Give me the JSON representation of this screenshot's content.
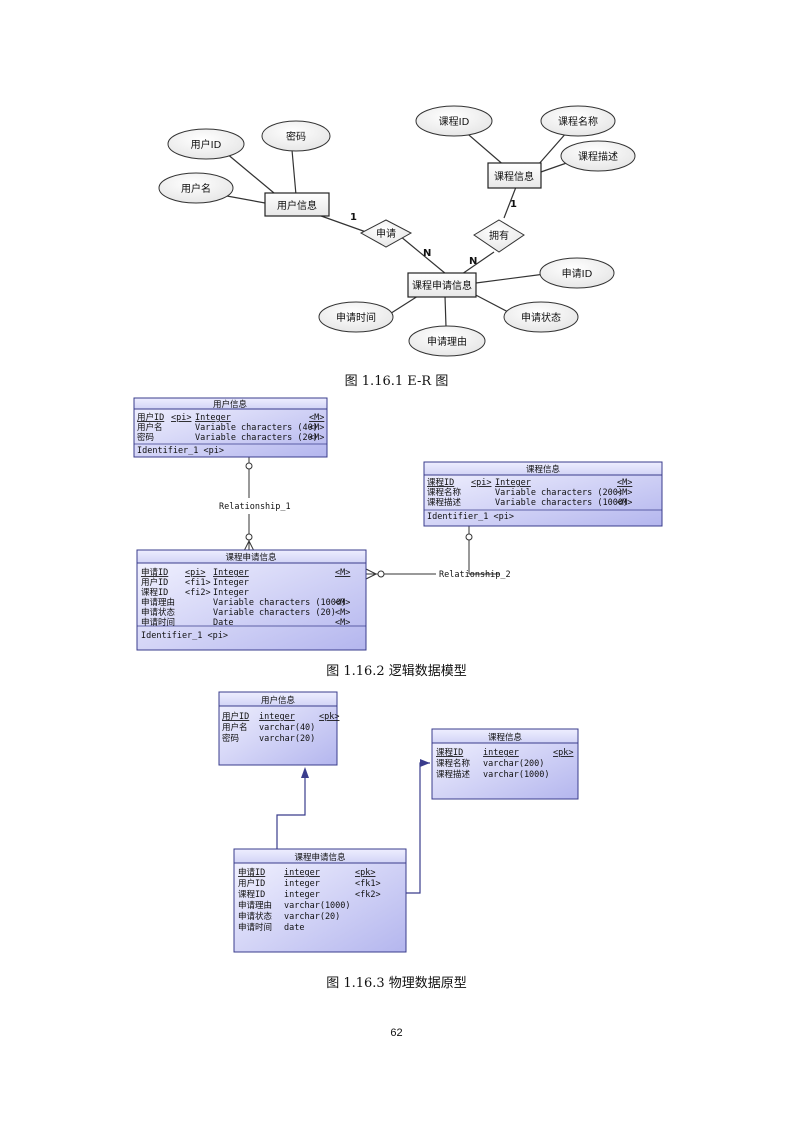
{
  "figure1": {
    "caption": "图 1.16.1  E-R 图",
    "entities": {
      "user": "用户信息",
      "course": "课程信息",
      "application": "课程申请信息"
    },
    "relations": {
      "apply": "申请",
      "have": "拥有"
    },
    "attributes": {
      "user_id": "用户ID",
      "password": "密码",
      "username": "用户名",
      "course_id": "课程ID",
      "course_name": "课程名称",
      "course_desc": "课程描述",
      "apply_id": "申请ID",
      "apply_time": "申请时间",
      "apply_reason": "申请理由",
      "apply_status": "申请状态"
    },
    "cardinality": {
      "user_apply": "1",
      "apply_app": "N",
      "have_course": "1",
      "have_app": "N"
    }
  },
  "figure2": {
    "caption": "图 1.16.2  逻辑数据模型",
    "user_table": {
      "title": "用户信息",
      "rows": [
        [
          "用户ID",
          "<pi>",
          "Integer",
          "<M>"
        ],
        [
          "用户名",
          "",
          "Variable characters (40)",
          "<M>"
        ],
        [
          "密码",
          "",
          "Variable characters (20)",
          "<M>"
        ]
      ],
      "identifier": "Identifier_1  <pi>"
    },
    "course_table": {
      "title": "课程信息",
      "rows": [
        [
          "课程ID",
          "<pi>",
          "Integer",
          "<M>"
        ],
        [
          "课程名称",
          "",
          "Variable characters (200)",
          "<M>"
        ],
        [
          "课程描述",
          "",
          "Variable characters (1000)",
          "<M>"
        ]
      ],
      "identifier": "Identifier_1  <pi>"
    },
    "application_table": {
      "title": "课程申请信息",
      "rows": [
        [
          "申请ID",
          "<pi>",
          "Integer",
          "<M>"
        ],
        [
          "用户ID",
          "<fi1>",
          "Integer",
          ""
        ],
        [
          "课程ID",
          "<fi2>",
          "Integer",
          ""
        ],
        [
          "申请理由",
          "",
          "Variable characters (1000)",
          "<M>"
        ],
        [
          "申请状态",
          "",
          "Variable characters (20)",
          "<M>"
        ],
        [
          "申请时间",
          "",
          "Date",
          "<M>"
        ]
      ],
      "identifier": "Identifier_1  <pi>"
    },
    "rel1": "Relationship_1",
    "rel2": "Relationship_2"
  },
  "figure3": {
    "caption": "图 1.16.3  物理数据原型",
    "user_table": {
      "title": "用户信息",
      "rows": [
        [
          "用户ID",
          "integer",
          "<pk>"
        ],
        [
          "用户名",
          "varchar(40)",
          ""
        ],
        [
          "密码",
          "varchar(20)",
          ""
        ]
      ]
    },
    "course_table": {
      "title": "课程信息",
      "rows": [
        [
          "课程ID",
          "integer",
          "<pk>"
        ],
        [
          "课程名称",
          "varchar(200)",
          ""
        ],
        [
          "课程描述",
          "varchar(1000)",
          ""
        ]
      ]
    },
    "application_table": {
      "title": "课程申请信息",
      "rows": [
        [
          "申请ID",
          "integer",
          "<pk>"
        ],
        [
          "用户ID",
          "integer",
          "<fk1>"
        ],
        [
          "课程ID",
          "integer",
          "<fk2>"
        ],
        [
          "申请理由",
          "varchar(1000)",
          ""
        ],
        [
          "申请状态",
          "varchar(20)",
          ""
        ],
        [
          "申请时间",
          "date",
          ""
        ]
      ]
    }
  },
  "page_number": "62"
}
